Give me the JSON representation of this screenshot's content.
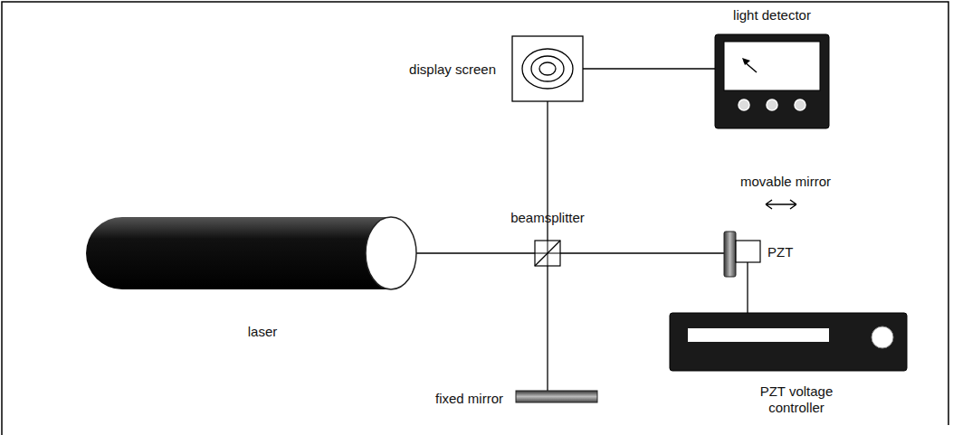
{
  "diagram": {
    "labels": [
      "light detector",
      "display screen",
      "movable mirror",
      "beamsplitter",
      "PZT",
      "laser",
      "fixed mirror",
      "PZT voltage controller"
    ]
  }
}
